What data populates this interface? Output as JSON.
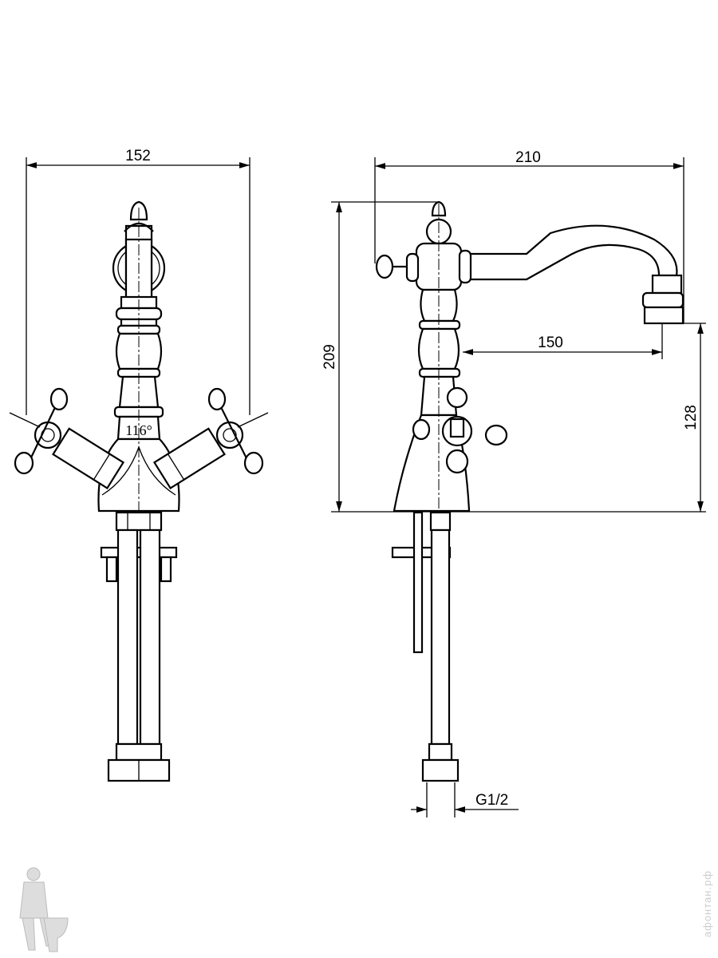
{
  "drawing": {
    "front_view": {
      "width_dim": "152",
      "angle_label": "116°"
    },
    "side_view": {
      "reach_dim": "210",
      "height_dim": "209",
      "spout_reach_dim": "150",
      "spout_height_dim": "128",
      "thread_label": "G1/2"
    }
  },
  "watermark": "афонтан.рф",
  "logo": "plumber-mascot"
}
